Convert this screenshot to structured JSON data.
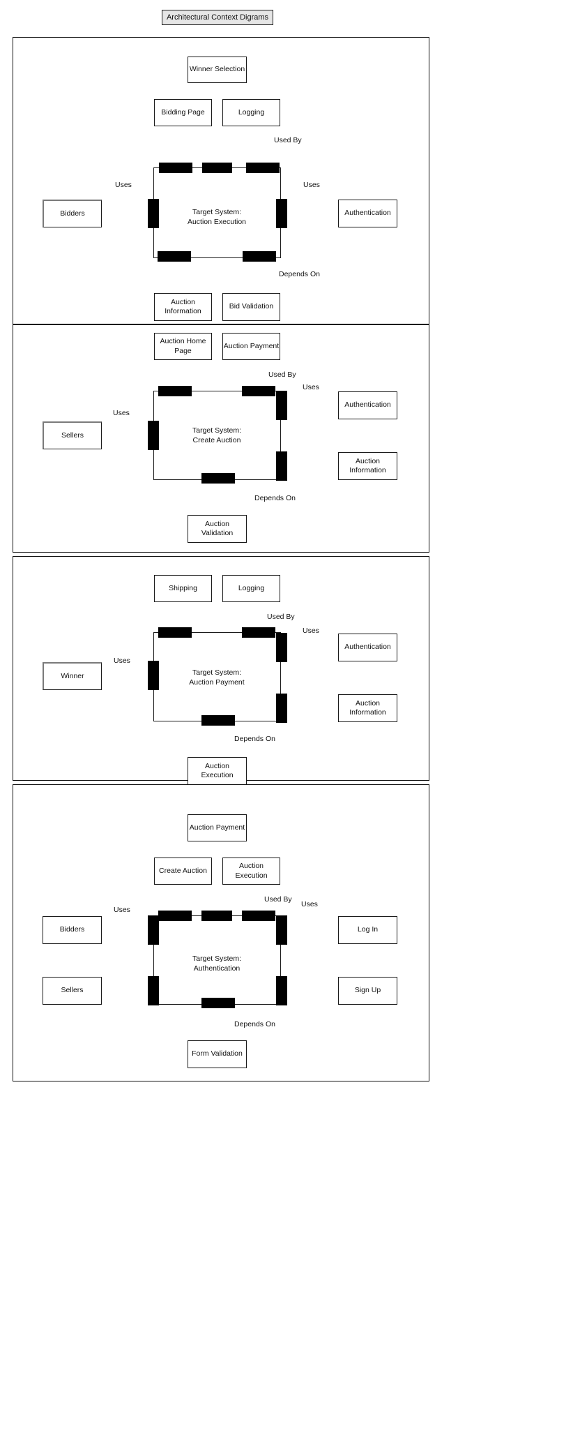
{
  "title": "Architectural Context Digrams",
  "relationship_labels": {
    "uses": "Uses",
    "used_by": "Used By",
    "depends_on": "Depends On"
  },
  "panels": [
    {
      "id": "auction-execution",
      "target_system": "Target System:\nAuction Execution",
      "top_entities": [
        "Winner Selection",
        "Bidding Page",
        "Logging"
      ],
      "left_entities": [
        "Bidders"
      ],
      "right_entities": [
        "Authentication"
      ],
      "bottom_entities": [
        "Auction Information",
        "Bid Validation"
      ],
      "labels": {
        "used_by": "Used By",
        "uses_left": "Uses",
        "uses_right": "Uses",
        "depends_on": "Depends On"
      }
    },
    {
      "id": "create-auction",
      "target_system": "Target System:\nCreate Auction",
      "top_entities": [
        "Auction Home Page",
        "Auction Payment"
      ],
      "left_entities": [
        "Sellers"
      ],
      "right_entities": [
        "Authentication",
        "Auction Information"
      ],
      "bottom_entities": [
        "Auction Validation"
      ],
      "labels": {
        "used_by": "Used By",
        "uses_left": "Uses",
        "uses_right": "Uses",
        "depends_on": "Depends On"
      }
    },
    {
      "id": "auction-payment",
      "target_system": "Target System:\nAuction Payment",
      "top_entities": [
        "Shipping",
        "Logging"
      ],
      "left_entities": [
        "Winner"
      ],
      "right_entities": [
        "Authentication",
        "Auction Information"
      ],
      "bottom_entities": [
        "Auction Execution"
      ],
      "labels": {
        "used_by": "Used By",
        "uses_left": "Uses",
        "uses_right": "Uses",
        "depends_on": "Depends On"
      }
    },
    {
      "id": "authentication",
      "target_system": "Target System:\nAuthentication",
      "top_entities": [
        "Auction Payment",
        "Create Auction",
        "Auction Execution"
      ],
      "left_entities": [
        "Bidders",
        "Sellers"
      ],
      "right_entities": [
        "Log In",
        "Sign Up"
      ],
      "bottom_entities": [
        "Form Validation"
      ],
      "labels": {
        "used_by": "Used By",
        "uses_left": "Uses",
        "uses_right": "Uses",
        "depends_on": "Depends On"
      }
    }
  ],
  "colors": {
    "stroke": "#111111",
    "port_fill": "#000000",
    "title_fill": "#e6e6e6",
    "page_bg": "#ffffff"
  }
}
